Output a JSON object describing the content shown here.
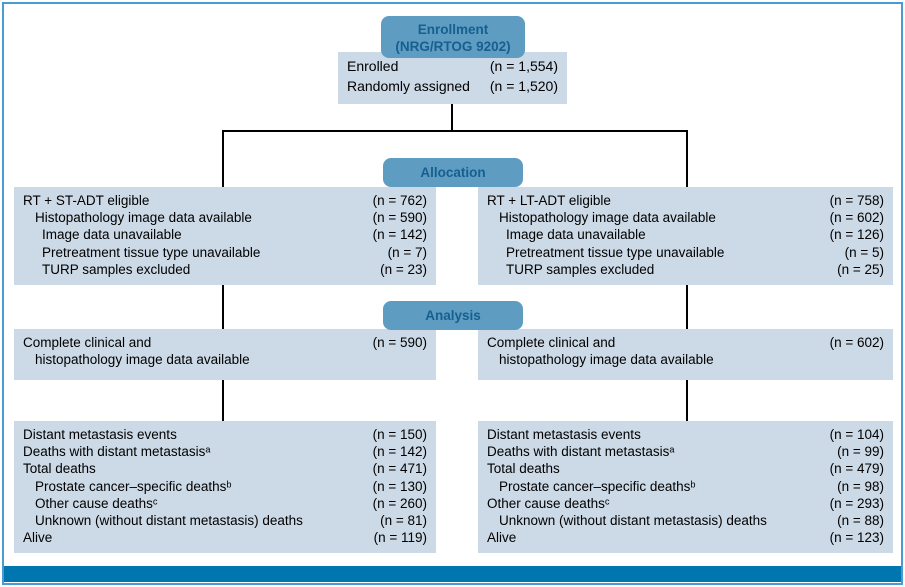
{
  "colors": {
    "border_blue": "#4a9bd2",
    "bottom_bar": "#0076b0",
    "stage_fill": "#5e9dc1",
    "stage_text": "#175f91",
    "box_fill": "#ccd9e6",
    "line_black": "#000000",
    "text": "#000000"
  },
  "stages": {
    "enrollment": {
      "line1": "Enrollment",
      "line2": "(NRG/RTOG 9202)"
    },
    "allocation": {
      "label": "Allocation"
    },
    "analysis": {
      "label": "Analysis"
    }
  },
  "boxes": {
    "enrollment": {
      "rows": [
        {
          "label": "Enrolled",
          "value": "(n = 1,554)"
        },
        {
          "label": "Randomly assigned",
          "value": "(n = 1,520)"
        }
      ]
    },
    "allocation_left": {
      "rows": [
        {
          "label": "RT + ST-ADT eligible",
          "value": "(n = 762)"
        },
        {
          "label": "Histopathology image data available",
          "value": "(n = 590)"
        },
        {
          "label": "Image data unavailable",
          "value": "(n = 142)"
        },
        {
          "label": "Pretreatment tissue type unavailable",
          "value": "(n = 7)"
        },
        {
          "label": "TURP samples excluded",
          "value": "(n = 23)"
        }
      ]
    },
    "allocation_right": {
      "rows": [
        {
          "label": "RT + LT-ADT eligible",
          "value": "(n = 758)"
        },
        {
          "label": "Histopathology image data available",
          "value": "(n = 602)"
        },
        {
          "label": "Image data unavailable",
          "value": "(n = 126)"
        },
        {
          "label": "Pretreatment tissue type unavailable",
          "value": "(n = 5)"
        },
        {
          "label": "TURP samples excluded",
          "value": "(n = 25)"
        }
      ]
    },
    "analysis_left": {
      "rows": [
        {
          "label": "Complete clinical and",
          "value": "(n = 590)"
        },
        {
          "label": "histopathology image data available",
          "value": ""
        }
      ]
    },
    "analysis_right": {
      "rows": [
        {
          "label": "Complete clinical and",
          "value": "(n = 602)"
        },
        {
          "label": "histopathology image data available",
          "value": ""
        }
      ]
    },
    "outcomes_left": {
      "rows": [
        {
          "label": "Distant metastasis events",
          "value": "(n = 150)"
        },
        {
          "label": "Deaths with distant metastasisᵃ",
          "value": "(n = 142)"
        },
        {
          "label": "Total deaths",
          "value": "(n = 471)"
        },
        {
          "label": "Prostate cancer–specific deathsᵇ",
          "value": "(n = 130)"
        },
        {
          "label": "Other cause deathsᶜ",
          "value": "(n = 260)"
        },
        {
          "label": "Unknown (without distant metastasis) deaths",
          "value": "(n = 81)"
        },
        {
          "label": "Alive",
          "value": "(n = 119)"
        }
      ]
    },
    "outcomes_right": {
      "rows": [
        {
          "label": "Distant metastasis events",
          "value": "(n = 104)"
        },
        {
          "label": "Deaths with distant metastasisᵃ",
          "value": "(n = 99)"
        },
        {
          "label": "Total deaths",
          "value": "(n = 479)"
        },
        {
          "label": "Prostate cancer–specific deathsᵇ",
          "value": "(n = 98)"
        },
        {
          "label": "Other cause deathsᶜ",
          "value": "(n = 293)"
        },
        {
          "label": "Unknown (without distant metastasis) deaths",
          "value": "(n = 88)"
        },
        {
          "label": "Alive",
          "value": "(n = 123)"
        }
      ]
    }
  }
}
